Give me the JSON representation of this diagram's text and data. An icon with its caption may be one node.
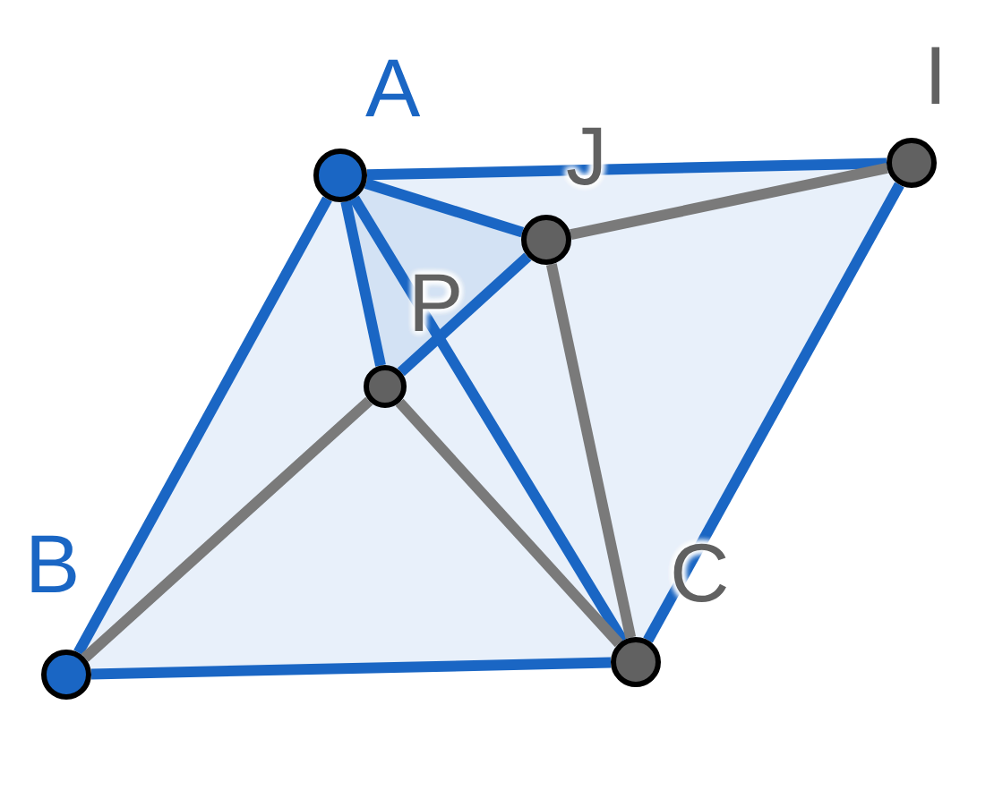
{
  "diagram": {
    "nodes": [
      {
        "text": [],
        "shape": "circle",
        "beside": [
          "A"
        ]
      },
      {
        "text": [],
        "shape": "circle",
        "beside": [
          "B"
        ]
      },
      {
        "text": [],
        "shape": "circle",
        "beside": [
          "C"
        ]
      },
      {
        "text": [],
        "shape": "circle",
        "beside": [
          "I"
        ]
      },
      {
        "text": [],
        "shape": "circle",
        "beside": [
          "J"
        ]
      },
      {
        "text": [],
        "shape": "circle",
        "beside": [
          "P"
        ]
      }
    ],
    "edges": [
      {
        "from": 0,
        "to": 1,
        "arrow": "none",
        "color": "#1a66c4"
      },
      {
        "from": 1,
        "to": 2,
        "arrow": "none",
        "color": "#1a66c4"
      },
      {
        "from": 2,
        "to": 3,
        "arrow": "none",
        "color": "#1a66c4"
      },
      {
        "from": 0,
        "to": 3,
        "arrow": "none",
        "color": "#1a66c4"
      },
      {
        "from": 0,
        "to": 4,
        "arrow": "none",
        "color": "#1a66c4"
      },
      {
        "from": 4,
        "to": 5,
        "arrow": "none",
        "color": "#1a66c4"
      },
      {
        "from": 0,
        "to": 5,
        "arrow": "none",
        "color": "#1a66c4"
      },
      {
        "from": 0,
        "to": 2,
        "arrow": "none",
        "color": "#1a66c4"
      },
      {
        "from": 4,
        "to": 3,
        "arrow": "none",
        "color": "#7a7a7a"
      },
      {
        "from": 4,
        "to": 2,
        "arrow": "none",
        "color": "#7a7a7a"
      },
      {
        "from": 5,
        "to": 1,
        "arrow": "none",
        "color": "#7a7a7a"
      },
      {
        "from": 5,
        "to": 2,
        "arrow": "none",
        "color": "#7a7a7a"
      }
    ]
  }
}
